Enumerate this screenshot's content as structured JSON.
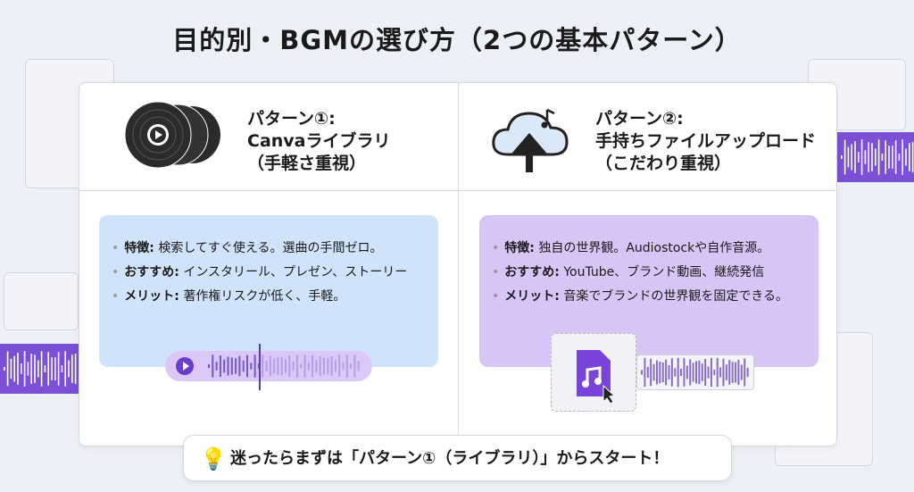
{
  "title": "目的別・BGMの選び方（2つの基本パターン）",
  "patterns": [
    {
      "title_lines": [
        "パターン①:",
        "Canvaライブラリ",
        "（手軽さ重視）"
      ],
      "icon": "vinyl-records-icon",
      "items": [
        {
          "label": "特徴:",
          "text": "検索してすぐ使える。選曲の手間ゼロ。"
        },
        {
          "label": "おすすめ:",
          "text": "インスタリール、プレゼン、ストーリー"
        },
        {
          "label": "メリット:",
          "text": "著作権リスクが低く、手軽。"
        }
      ]
    },
    {
      "title_lines": [
        "パターン②:",
        "手持ちファイルアップロード",
        "（こだわり重視）"
      ],
      "icon": "cloud-upload-music-icon",
      "items": [
        {
          "label": "特徴:",
          "text": "独自の世界観。Audiostockや自作音源。"
        },
        {
          "label": "おすすめ:",
          "text": "YouTube、ブランド動画、継続発信"
        },
        {
          "label": "メリット:",
          "text": "音楽でブランドの世界観を固定できる。"
        }
      ]
    }
  ],
  "tip": "迷ったらまずは「パターン①（ライブラリ）」からスタート！",
  "colors": {
    "accent": "#7b4fd6",
    "blue_box": "#cfe3fb",
    "purple_box": "#d9c4f6"
  }
}
